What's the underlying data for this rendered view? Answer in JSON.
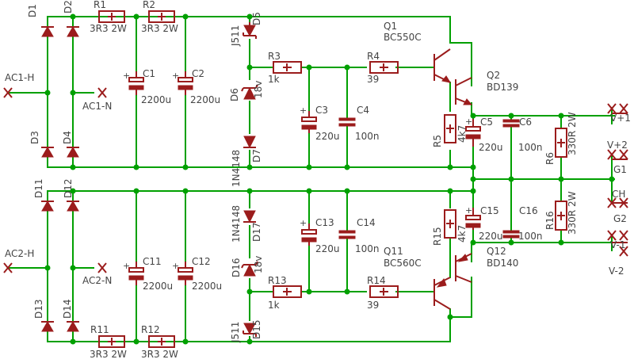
{
  "labels": {
    "D1": "D1",
    "D2": "D2",
    "D3": "D3",
    "D4": "D4",
    "D11": "D11",
    "D12": "D12",
    "D13": "D13",
    "D14": "D14",
    "D5": "D5",
    "D6": "D6",
    "D7": "D7",
    "D15": "D15",
    "D16": "D16",
    "D17": "D17",
    "R1": "R1",
    "R1v": "3R3 2W",
    "R2": "R2",
    "R2v": "3R3 2W",
    "R11": "R11",
    "R11v": "3R3 2W",
    "R12": "R12",
    "R12v": "3R3 2W",
    "R3": "R3",
    "R3v": "1k",
    "R4": "R4",
    "R4v": "39",
    "R13": "R13",
    "R13v": "1k",
    "R14": "R14",
    "R14v": "39",
    "R5": "R5",
    "R5v": "4k7",
    "R15": "R15",
    "R15v": "4k7",
    "R6": "R6",
    "R6v": "330R 2W",
    "R16": "R16",
    "R16v": "330R 2W",
    "C1": "C1",
    "C1v": "2200u",
    "C2": "C2",
    "C2v": "2200u",
    "C11": "C11",
    "C11v": "2200u",
    "C12": "C12",
    "C12v": "2200u",
    "C3": "C3",
    "C3v": "220u",
    "C4": "C4",
    "C4v": "100n",
    "C13": "C13",
    "C13v": "220u",
    "C14": "C14",
    "C14v": "100n",
    "C5": "C5",
    "C5v": "220u",
    "C6": "C6",
    "C6v": "100n",
    "C15": "C15",
    "C15v": "220u",
    "C16": "C16",
    "C16v": "100n",
    "Q1": "Q1",
    "Q1v": "BC550C",
    "Q2": "Q2",
    "Q2v": "BD139",
    "Q11": "Q11",
    "Q11v": "BC560C",
    "Q12": "Q12",
    "Q12v": "BD140",
    "J511a": "J511",
    "J511b": "J511",
    "Z18a": "18v",
    "Z18b": "18v",
    "N4148a": "1N4148",
    "N4148b": "1N4148",
    "AC1H": "AC1-H",
    "AC1N": "AC1-N",
    "AC2H": "AC2-H",
    "AC2N": "AC2-N",
    "Vp1": "V+1",
    "Vp2": "V+2",
    "G1": "G1",
    "CH": "CH",
    "G2": "G2",
    "Vm1": "V-1",
    "Vm2": "V-2"
  },
  "colors": {
    "wire": "#00a000",
    "component": "#9b1c1c",
    "text": "#444444"
  }
}
